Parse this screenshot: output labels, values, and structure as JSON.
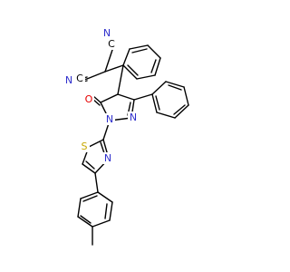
{
  "figure": {
    "type": "chemical-structure",
    "background": "#ffffff",
    "bond_color": "#000000"
  },
  "atoms": {
    "n_cyano_upper": {
      "symbol": "N",
      "color": "#2f2fcc"
    },
    "n_cyano_lower": {
      "symbol": "N",
      "color": "#2f2fcc"
    },
    "c_cyano_upper": {
      "symbol": "C",
      "color": "#000000"
    },
    "c_cyano_lower": {
      "symbol": "C",
      "color": "#000000"
    },
    "o_carbonyl": {
      "symbol": "O",
      "color": "#e60000"
    },
    "n_pyrazole_1": {
      "symbol": "N",
      "color": "#2f2fcc"
    },
    "n_pyrazole_2": {
      "symbol": "N",
      "color": "#2f2fcc"
    },
    "s_thiazole": {
      "symbol": "S",
      "color": "#c8a800"
    },
    "n_thiazole": {
      "symbol": "N",
      "color": "#2f2fcc"
    }
  },
  "groups": [
    "malononitrile",
    "phenyl-top",
    "pyrazolone",
    "phenyl-right",
    "thiazole",
    "tolyl"
  ]
}
